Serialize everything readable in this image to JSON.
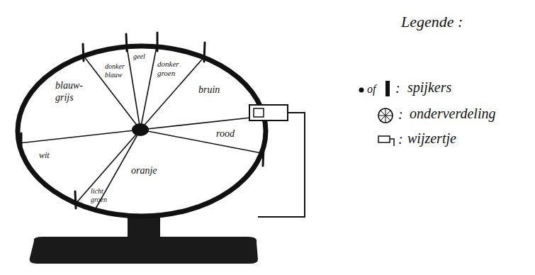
{
  "diagram": {
    "labels": [
      "blauw-grijs",
      "donker blauw",
      "geel",
      "donker groen",
      "bruin",
      "rood",
      "oranje",
      "licht groen",
      "wit",
      "Legende :",
      "of",
      ":",
      ":",
      ":"
    ],
    "legend": [
      {
        "text": "spijkers"
      },
      {
        "text": "onderverdeling"
      },
      {
        "text": "wijzertje"
      }
    ]
  }
}
